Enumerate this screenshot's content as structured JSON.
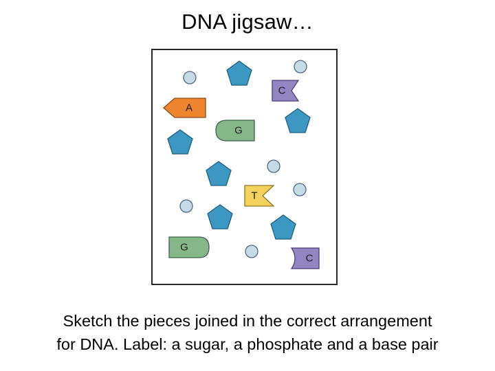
{
  "slide": {
    "title": "DNA jigsaw…",
    "caption_line1": "Sketch the pieces joined in the correct arrangement",
    "caption_line2": "for DNA. Label: a sugar, a phosphate and a base pair"
  },
  "colors": {
    "phosphate": "#c6dbe6",
    "sugar": "#3c98c3",
    "base_A": "#f0852f",
    "base_G": "#86b789",
    "base_C": "#9385c2",
    "base_T": "#f3d35d"
  },
  "pieces": {
    "base_letters": {
      "c1": "C",
      "a1": "A",
      "g1": "G",
      "t1": "T",
      "g2": "G",
      "c2": "C"
    }
  }
}
